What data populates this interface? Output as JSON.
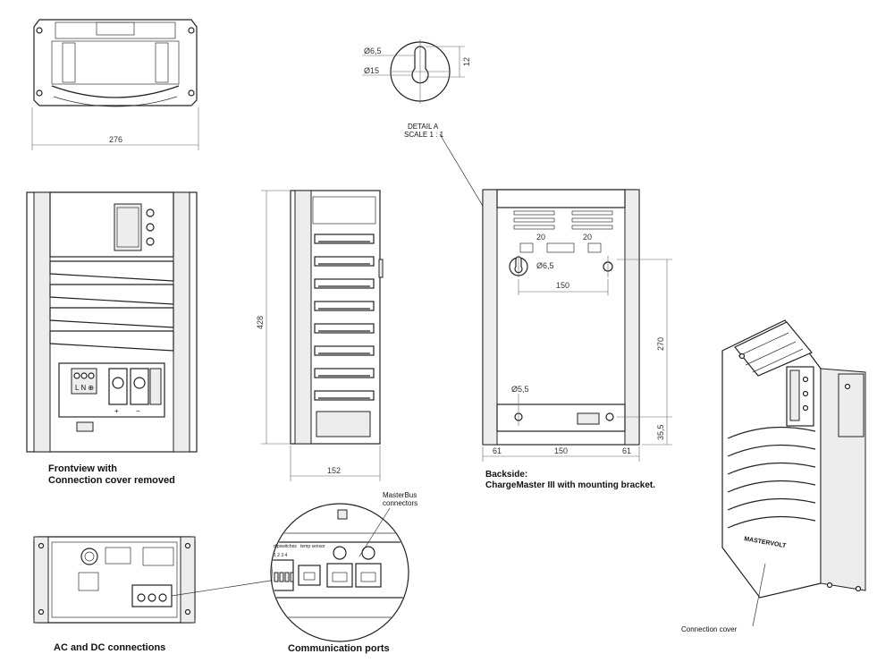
{
  "top_view": {
    "width_dim": "276"
  },
  "detail_a": {
    "dia_small": "Ø6,5",
    "dia_large": "Ø15",
    "slot": "12",
    "title_line1": "DETAIL A",
    "title_line2": "SCALE 1 : 1"
  },
  "front_view": {
    "caption_line1": "Frontview with",
    "caption_line2": "Connection cover removed",
    "terminal_labels": "L N ⊕"
  },
  "side_view": {
    "height_dim": "428",
    "depth_dim": "152"
  },
  "back_view": {
    "dim_20_left": "20",
    "dim_20_right": "20",
    "dia_top": "Ø6,5",
    "dim_150_top": "150",
    "dim_270": "270",
    "dia_bottom": "Ø5,5",
    "dim_35_5": "35,5",
    "dim_61_left": "61",
    "dim_150_bottom": "150",
    "dim_61_right": "61",
    "caption_line1": "Backside:",
    "caption_line2": "ChargeMaster III with mounting bracket."
  },
  "iso_view": {
    "brand": "MASTERVOLT",
    "connection_cover_label": "Connection cover"
  },
  "ac_dc": {
    "caption": "AC and DC connections"
  },
  "comm_ports": {
    "caption": "Communication ports",
    "masterbus_line1": "MasterBus",
    "masterbus_line2": "connectors",
    "dip_label": "dipswitches",
    "temp_label": "temp sensor",
    "dip_numbers": "1 2 3 4"
  }
}
